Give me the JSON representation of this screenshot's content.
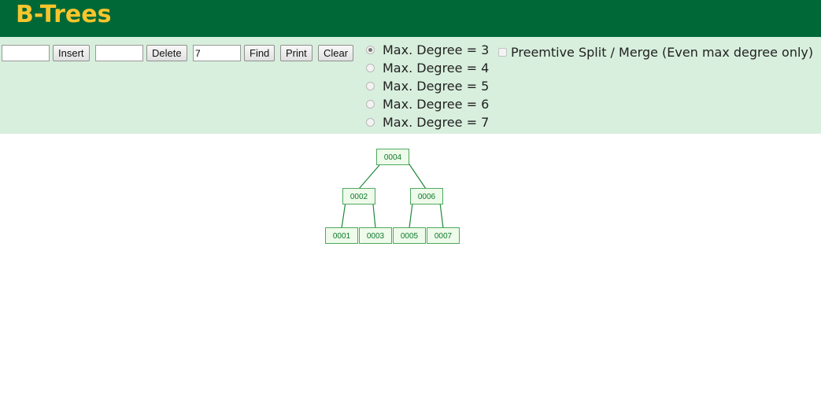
{
  "header": {
    "title": "B-Trees"
  },
  "controls": {
    "insert_value": "",
    "insert_label": "Insert",
    "delete_value": "",
    "delete_label": "Delete",
    "find_value": "7",
    "find_label": "Find",
    "print_label": "Print",
    "clear_label": "Clear",
    "degrees": [
      {
        "label": "Max. Degree = 3",
        "checked": true
      },
      {
        "label": "Max. Degree = 4",
        "checked": false
      },
      {
        "label": "Max. Degree = 5",
        "checked": false
      },
      {
        "label": "Max. Degree = 6",
        "checked": false
      },
      {
        "label": "Max. Degree = 7",
        "checked": false
      }
    ],
    "preemptive_label": "Preemtive Split / Merge (Even max degree only)",
    "preemptive_checked": false
  },
  "tree": {
    "root": "0004",
    "level1": [
      "0002",
      "0006"
    ],
    "leaves": [
      "0001",
      "0003",
      "0005",
      "0007"
    ]
  },
  "colors": {
    "header_bg": "#006837",
    "title": "#f7c52d",
    "controls_bg": "#d8efdd",
    "node_fill": "#eefaea",
    "node_stroke": "#4ea95e",
    "node_text": "#0c7a2b"
  }
}
